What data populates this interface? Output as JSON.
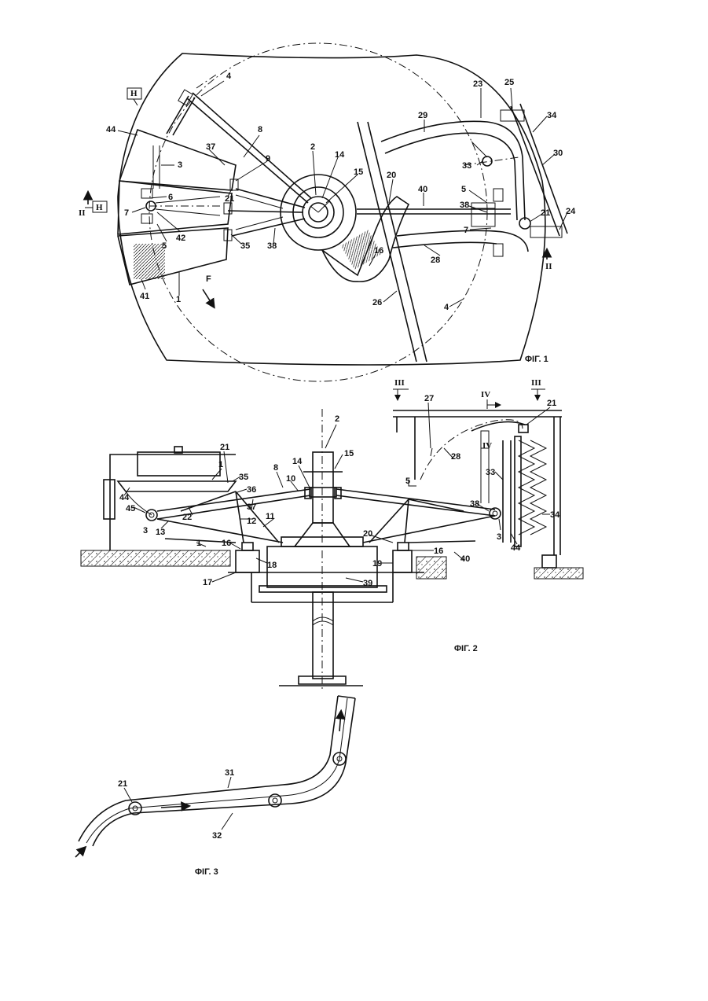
{
  "figures": [
    {
      "caption": "ΦΙΓ. 1",
      "labels": [
        "4",
        "8",
        "2",
        "14",
        "15",
        "20",
        "29",
        "23",
        "25",
        "34",
        "33",
        "30",
        "44",
        "37",
        "9",
        "3",
        "21",
        "40",
        "5",
        "38",
        "24",
        "6",
        "7",
        "II",
        "42",
        "5",
        "35",
        "38",
        "7",
        "21",
        "28",
        "16",
        "II",
        "41",
        "1",
        "F",
        "26",
        "4"
      ]
    },
    {
      "caption": "ΦΙΓ. 2",
      "labels": [
        "2",
        "15",
        "14",
        "III",
        "IV",
        "III",
        "27",
        "21",
        "28",
        "1",
        "21",
        "35",
        "36",
        "8",
        "10",
        "IV",
        "33",
        "44",
        "45",
        "3",
        "22",
        "37",
        "12",
        "38",
        "13",
        "11",
        "3",
        "34",
        "1",
        "16",
        "20",
        "16",
        "40",
        "44",
        "18",
        "19",
        "17",
        "39",
        "5"
      ]
    },
    {
      "caption": "ΦΙΓ. 3",
      "labels": [
        "21",
        "31",
        "32"
      ]
    }
  ]
}
